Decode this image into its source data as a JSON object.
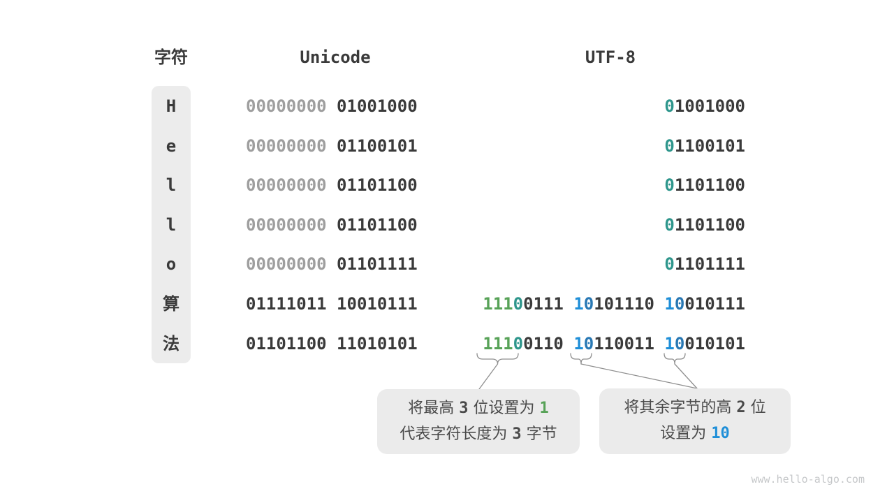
{
  "header": {
    "char_label": "字符",
    "unicode_label": "Unicode",
    "utf8_label": "UTF-8"
  },
  "colors": {
    "accent_green": "#57a257",
    "accent_teal": "#2e968c",
    "accent_blue": "#1f8fd8",
    "accent_blue_dark": "#2878b4",
    "binary_dark": "#3a3a3a",
    "binary_gray": "#9e9e9e",
    "panel_gray": "#ececec",
    "callout_gray": "#ebebeb"
  },
  "rows": [
    {
      "char": "H",
      "unicode": [
        {
          "t": "00000000 ",
          "c": "gray"
        },
        {
          "t": "01001000",
          "c": "dark"
        }
      ],
      "utf8": [
        {
          "t": "0",
          "c": "teal"
        },
        {
          "t": "1001000",
          "c": "dark"
        }
      ]
    },
    {
      "char": "e",
      "unicode": [
        {
          "t": "00000000 ",
          "c": "gray"
        },
        {
          "t": "01100101",
          "c": "dark"
        }
      ],
      "utf8": [
        {
          "t": "0",
          "c": "teal"
        },
        {
          "t": "1100101",
          "c": "dark"
        }
      ]
    },
    {
      "char": "l",
      "unicode": [
        {
          "t": "00000000 ",
          "c": "gray"
        },
        {
          "t": "01101100",
          "c": "dark"
        }
      ],
      "utf8": [
        {
          "t": "0",
          "c": "teal"
        },
        {
          "t": "1101100",
          "c": "dark"
        }
      ]
    },
    {
      "char": "l",
      "unicode": [
        {
          "t": "00000000 ",
          "c": "gray"
        },
        {
          "t": "01101100",
          "c": "dark"
        }
      ],
      "utf8": [
        {
          "t": "0",
          "c": "teal"
        },
        {
          "t": "1101100",
          "c": "dark"
        }
      ]
    },
    {
      "char": "o",
      "unicode": [
        {
          "t": "00000000 ",
          "c": "gray"
        },
        {
          "t": "01101111",
          "c": "dark"
        }
      ],
      "utf8": [
        {
          "t": "0",
          "c": "teal"
        },
        {
          "t": "1101111",
          "c": "dark"
        }
      ]
    },
    {
      "char": "算",
      "unicode": [
        {
          "t": "01111011 10010111",
          "c": "dark"
        }
      ],
      "utf8": [
        {
          "t": "111",
          "c": "green"
        },
        {
          "t": "0",
          "c": "teal"
        },
        {
          "t": "0111 ",
          "c": "dark"
        },
        {
          "t": "1",
          "c": "blue1"
        },
        {
          "t": "0",
          "c": "blue0"
        },
        {
          "t": "101110 ",
          "c": "dark"
        },
        {
          "t": "1",
          "c": "blue1"
        },
        {
          "t": "0",
          "c": "blue0"
        },
        {
          "t": "010111",
          "c": "dark"
        }
      ]
    },
    {
      "char": "法",
      "unicode": [
        {
          "t": "01101100 11010101",
          "c": "dark"
        }
      ],
      "utf8": [
        {
          "t": "111",
          "c": "green"
        },
        {
          "t": "0",
          "c": "teal"
        },
        {
          "t": "0110 ",
          "c": "dark"
        },
        {
          "t": "1",
          "c": "blue1"
        },
        {
          "t": "0",
          "c": "blue0"
        },
        {
          "t": "110011 ",
          "c": "dark"
        },
        {
          "t": "1",
          "c": "blue1"
        },
        {
          "t": "0",
          "c": "blue0"
        },
        {
          "t": "010101",
          "c": "dark"
        }
      ]
    }
  ],
  "callouts": {
    "left": {
      "lines": [
        [
          {
            "t": "将最高 ",
            "c": "text"
          },
          {
            "t": "3",
            "c": "num"
          },
          {
            "t": " 位设置为 ",
            "c": "text"
          },
          {
            "t": "1",
            "c": "green"
          }
        ],
        [
          {
            "t": "代表字符长度为 ",
            "c": "text"
          },
          {
            "t": "3",
            "c": "num"
          },
          {
            "t": " 字节",
            "c": "text"
          }
        ]
      ]
    },
    "right": {
      "lines": [
        [
          {
            "t": "将其余字节的高 ",
            "c": "text"
          },
          {
            "t": "2",
            "c": "num"
          },
          {
            "t": " 位",
            "c": "text"
          }
        ],
        [
          {
            "t": "设置为 ",
            "c": "text"
          },
          {
            "t": "10",
            "c": "blue1"
          }
        ]
      ]
    }
  },
  "watermark": "www.hello-algo.com"
}
